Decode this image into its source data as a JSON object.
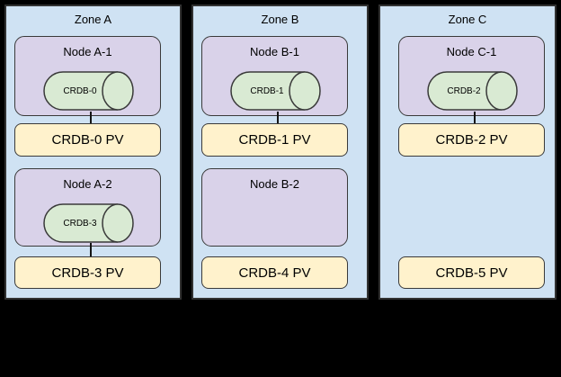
{
  "diagram": {
    "description": "Three availability zones with Kubernetes nodes, CRDB pods and persistent volumes",
    "zones": [
      {
        "label": "Zone A",
        "nodes": [
          {
            "label": "Node A-1",
            "pod": "CRDB-0"
          },
          {
            "label": "Node A-2",
            "pod": "CRDB-3"
          }
        ],
        "pvs": [
          "CRDB-0 PV",
          "CRDB-3 PV"
        ]
      },
      {
        "label": "Zone B",
        "nodes": [
          {
            "label": "Node B-1",
            "pod": "CRDB-1"
          },
          {
            "label": "Node B-2",
            "pod": ""
          }
        ],
        "pvs": [
          "CRDB-1 PV",
          "CRDB-4 PV"
        ]
      },
      {
        "label": "Zone C",
        "nodes": [
          {
            "label": "Node C-1",
            "pod": "CRDB-2"
          }
        ],
        "pvs": [
          "CRDB-2 PV",
          "CRDB-5 PV"
        ]
      }
    ],
    "colors": {
      "background": "#000000",
      "zone_fill": "#cfe2f3",
      "node_fill": "#d9d2e9",
      "pod_fill": "#d9ead3",
      "pv_fill": "#fff2cc",
      "stroke": "#3a3a3a"
    }
  }
}
